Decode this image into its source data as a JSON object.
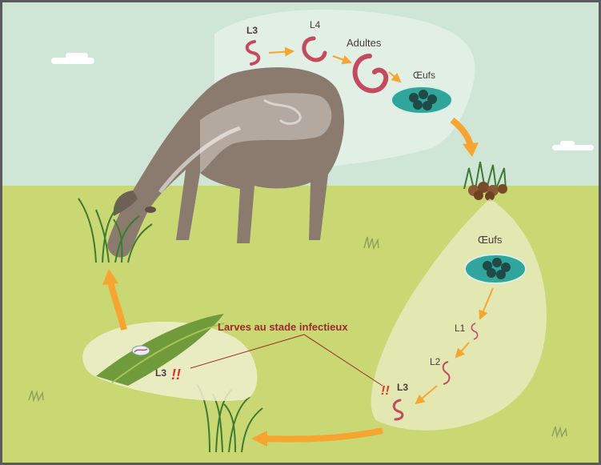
{
  "diagram": {
    "labels": {
      "host_l3": "L3",
      "host_l4": "L4",
      "adults": "Adultes",
      "eggs_host": "Œufs",
      "eggs_ground": "Œufs",
      "l1": "L1",
      "l2": "L2",
      "l3_ground": "L3",
      "l3_grass": "L3",
      "infective": "Larves au stade infectieux",
      "exclaim": "!!"
    },
    "colors": {
      "sky": "#cfe6d6",
      "grass": "#c9d873",
      "worm": "#c34a5f",
      "arrow": "#f7a531",
      "egg_body": "#30a59c",
      "infective_text": "#9c2a2a",
      "sheep": "#8b7b6e"
    },
    "icons": [
      "cloud-icon",
      "worm-icon",
      "egg-icon",
      "dung-icon",
      "grass-icon",
      "sheep-icon",
      "arrow-icon"
    ]
  }
}
